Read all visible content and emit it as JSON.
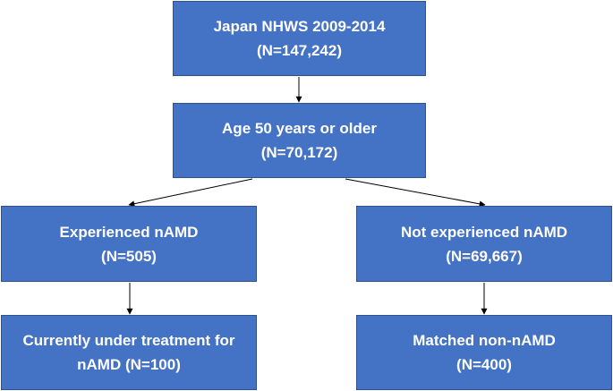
{
  "flowchart": {
    "box1": {
      "line1": "Japan NHWS 2009-2014",
      "line2": "(N=147,242)"
    },
    "box2": {
      "line1": "Age 50 years or older",
      "line2": "(N=70,172)"
    },
    "box3": {
      "line1": "Experienced nAMD",
      "line2": "(N=505)"
    },
    "box4": {
      "line1": "Not experienced nAMD",
      "line2": "(N=69,667)"
    },
    "box5": {
      "line1": "Currently under treatment for",
      "line2": "nAMD (N=100)"
    },
    "box6": {
      "line1": "Matched non-nAMD",
      "line2": "(N=400)"
    }
  },
  "colors": {
    "box_fill": "#4472c4",
    "box_border": "#2f528f",
    "box_text": "#ffffff",
    "arrow": "#000000"
  }
}
